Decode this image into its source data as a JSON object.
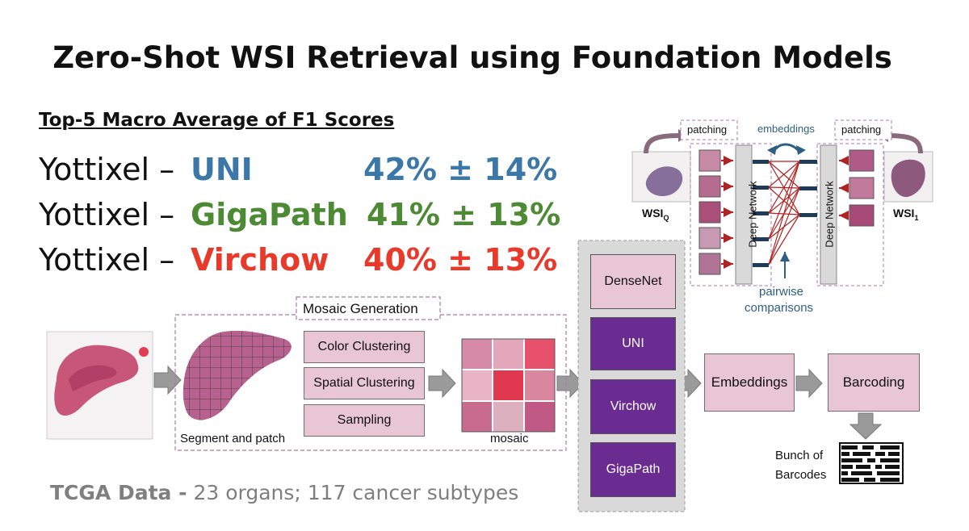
{
  "title": "Zero-Shot WSI Retrieval using Foundation Models",
  "subtitle": "Top-5 Macro Average of F1 Scores",
  "results": [
    {
      "prefix": "Yottixel – ",
      "model": "UNI",
      "score": "42% ± 14%",
      "color": "#3b78a8"
    },
    {
      "prefix": "Yottixel – ",
      "model": "GigaPath",
      "score": "41% ± 13%",
      "color": "#4c8a34"
    },
    {
      "prefix": "Yottixel – ",
      "model": "Virchow",
      "score": "40% ± 13%",
      "color": "#e8392b"
    }
  ],
  "footer": {
    "bold": "TCGA Data -",
    "rest": " 23 organs; 117 cancer subtypes"
  },
  "mosaic": {
    "title": "Mosaic Generation",
    "steps": [
      "Color Clustering",
      "Spatial Clustering",
      "Sampling"
    ],
    "segment_label": "Segment and patch",
    "mosaic_label": "mosaic"
  },
  "models": [
    {
      "label": "DenseNet",
      "fill": "#e8c6d3",
      "text_color": "#111111"
    },
    {
      "label": "UNI",
      "fill": "#6a2c91",
      "text_color": "#ffffff"
    },
    {
      "label": "Virchow",
      "fill": "#6a2c91",
      "text_color": "#ffffff"
    },
    {
      "label": "GigaPath",
      "fill": "#6a2c91",
      "text_color": "#ffffff"
    }
  ],
  "pipeline": {
    "embeddings": "Embeddings",
    "barcoding": "Barcoding",
    "barcodes_label_1": "Bunch of",
    "barcodes_label_2": "Barcodes"
  },
  "retrieval": {
    "patching_left": "patching",
    "patching_right": "patching",
    "embeddings": "embeddings",
    "network_left": "Deep Network",
    "network_right": "Deep Network",
    "wsi_q": "WSI",
    "wsi_q_sub": "Q",
    "wsi_1": "WSI",
    "wsi_1_sub": "1",
    "pairwise_1": "pairwise",
    "pairwise_2": "comparisons"
  },
  "colors": {
    "pink": "#e8c6d3",
    "purple": "#6a2c91",
    "gray_arrow": "#9a9a9a",
    "dark_red": "#b22222",
    "dashed": "#b07aa8"
  }
}
